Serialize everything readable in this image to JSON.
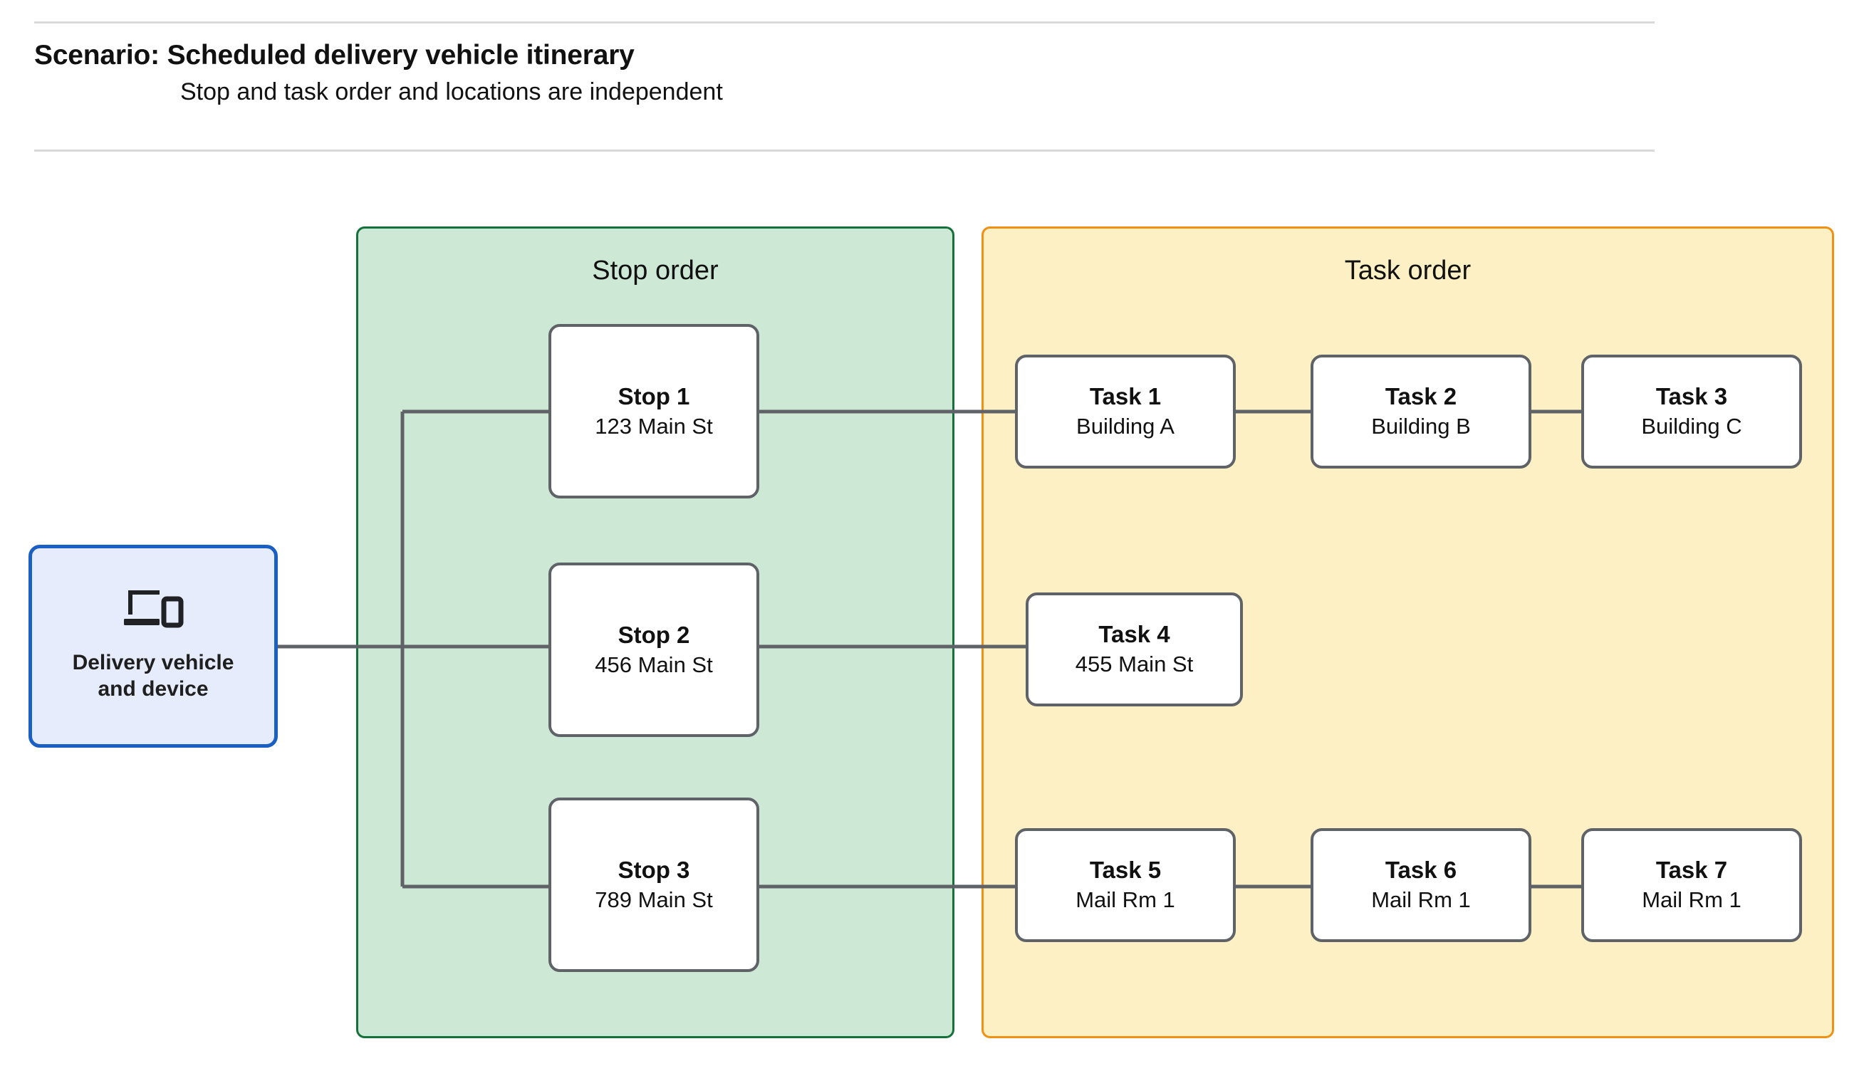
{
  "header": {
    "title": "Scenario: Scheduled delivery vehicle itinerary",
    "subtitle": "Stop and task order and locations are independent"
  },
  "source_node": {
    "label": "Delivery vehicle\nand device",
    "icon": "devices-icon",
    "fill_color": "#E6ECFB",
    "border_color": "#1A5FC4"
  },
  "panels": {
    "stop": {
      "title": "Stop order",
      "fill_color": "#CEE8D6",
      "border_color": "#16703A"
    },
    "task": {
      "title": "Task order",
      "fill_color": "#FCF0C4",
      "border_color": "#F09015"
    }
  },
  "stops": [
    {
      "title": "Stop 1",
      "location": "123 Main St"
    },
    {
      "title": "Stop 2",
      "location": "456 Main St"
    },
    {
      "title": "Stop 3",
      "location": "789 Main St"
    }
  ],
  "tasks": [
    {
      "title": "Task 1",
      "location": "Building A"
    },
    {
      "title": "Task 2",
      "location": "Building B"
    },
    {
      "title": "Task 3",
      "location": "Building C"
    },
    {
      "title": "Task 4",
      "location": "455 Main St"
    },
    {
      "title": "Task 5",
      "location": "Mail Rm 1"
    },
    {
      "title": "Task 6",
      "location": "Mail Rm 1"
    },
    {
      "title": "Task 7",
      "location": "Mail Rm 1"
    }
  ],
  "connectors": {
    "line_color": "#5F6368",
    "rule_color": "#D9D9D9"
  }
}
